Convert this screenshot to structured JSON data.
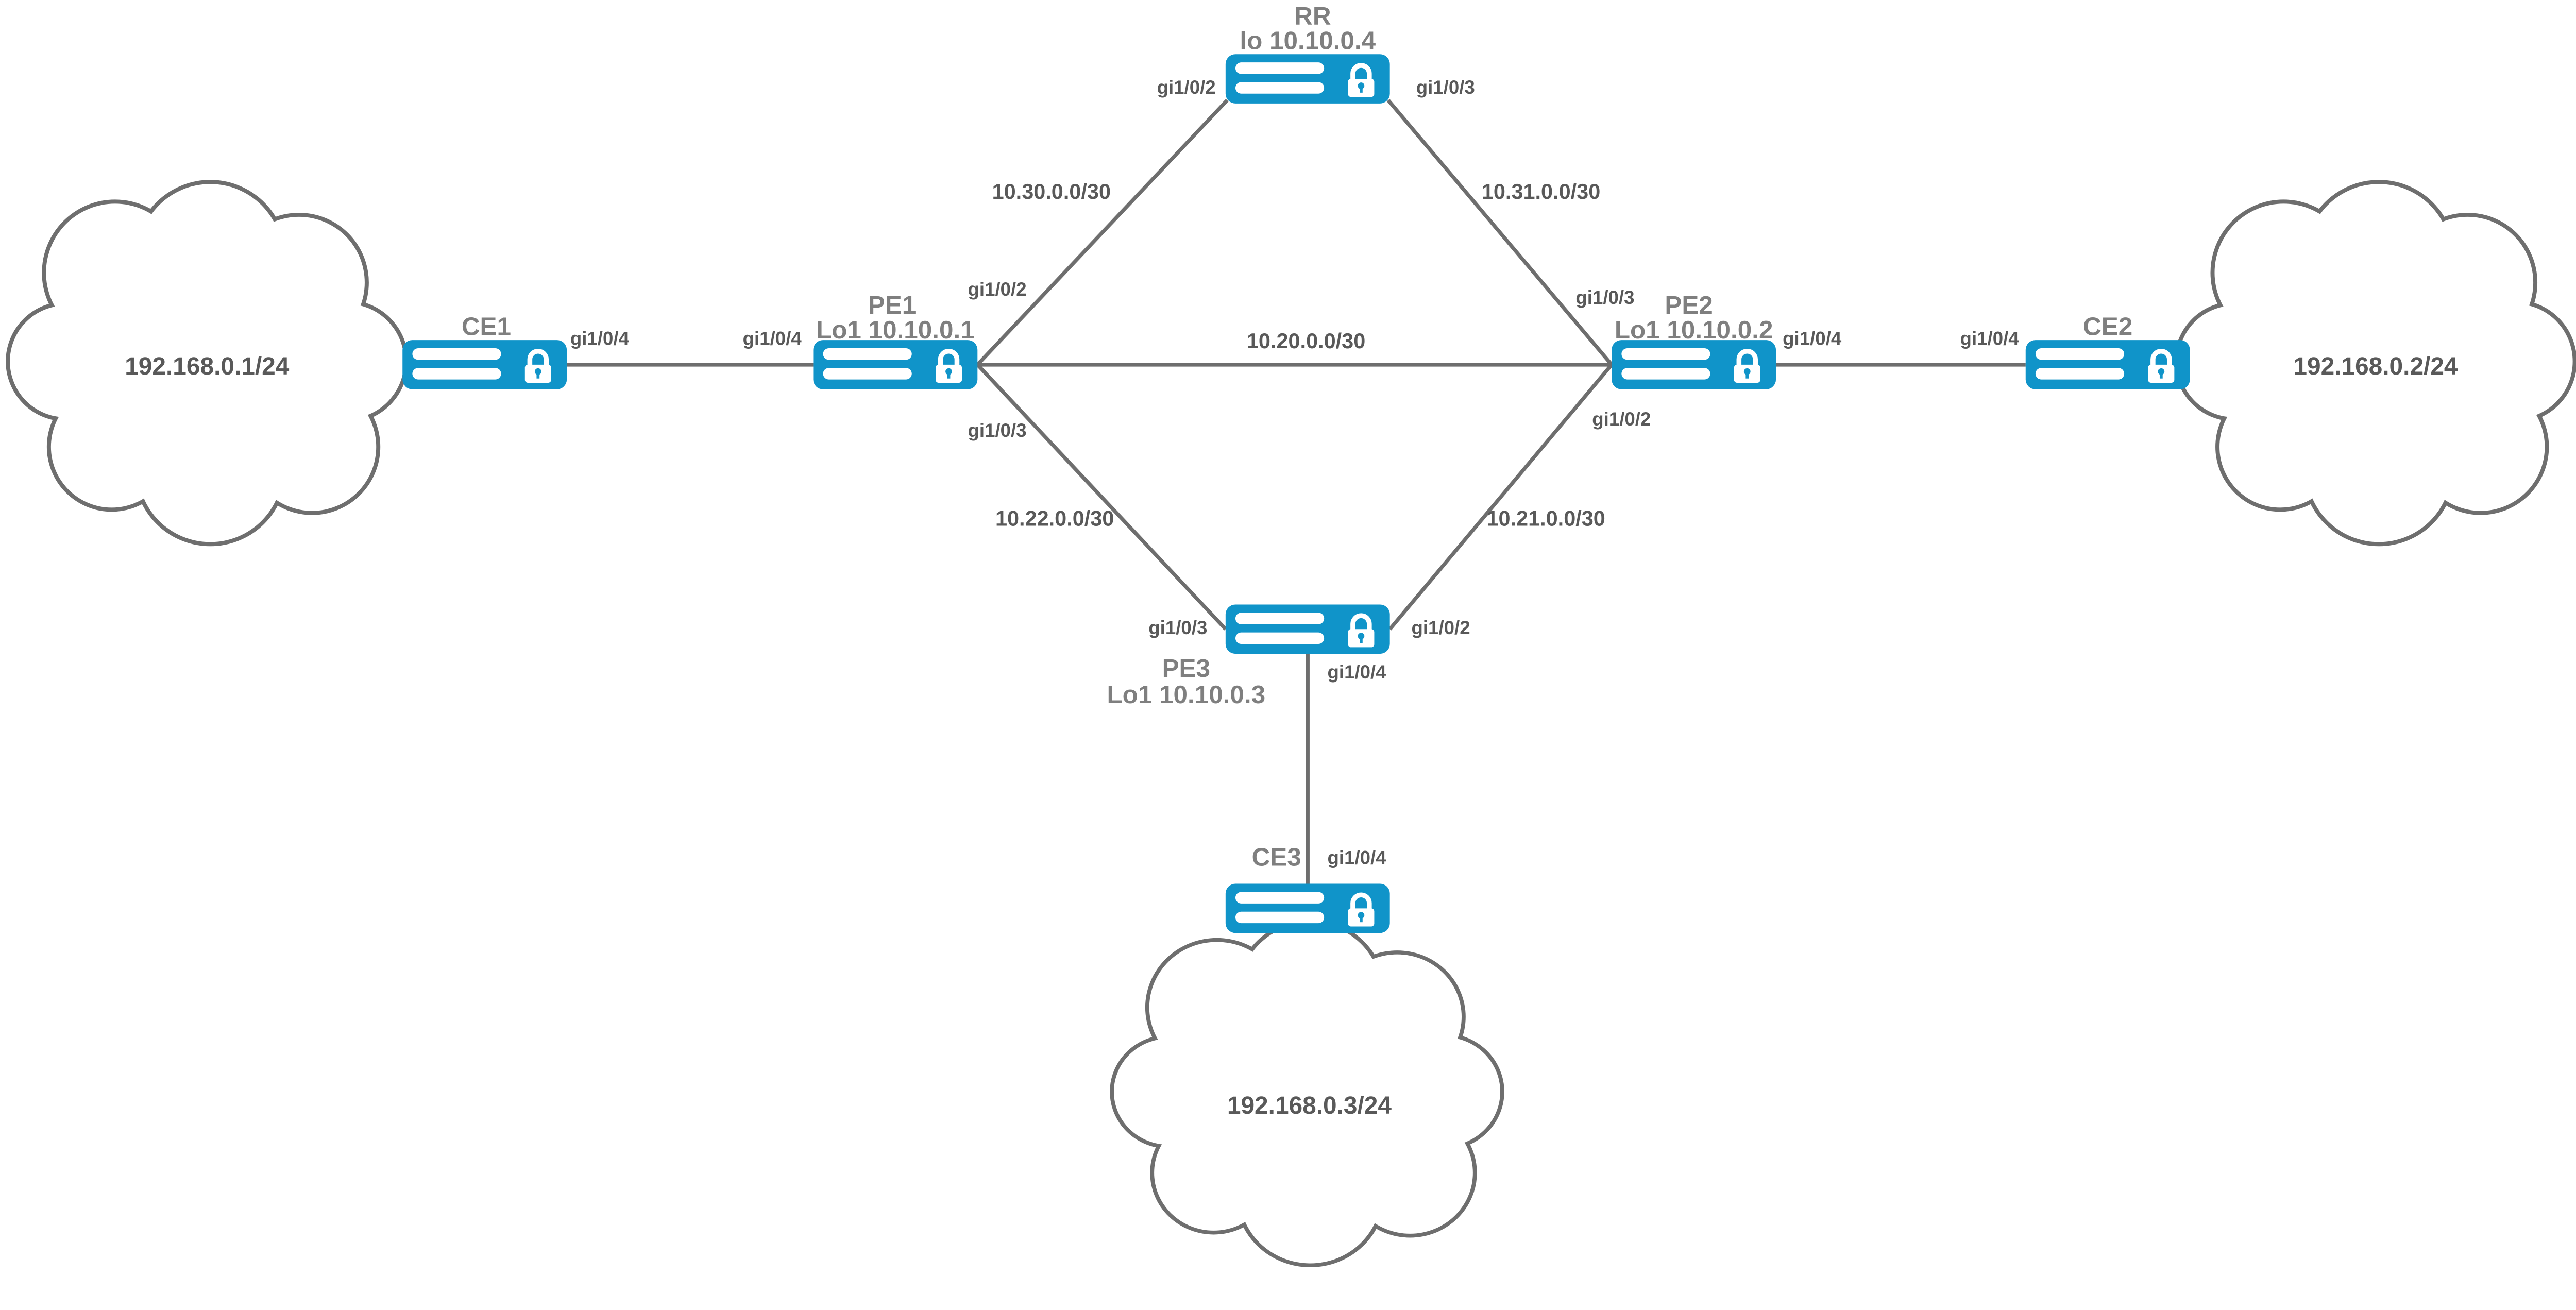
{
  "colors": {
    "router_fill": "#1094c9",
    "line_gray": "#6e6e6e",
    "node_title_gray": "#7f7f7f",
    "label_gray": "#595959",
    "cloud_outline_gray": "#6e6e6e",
    "background": "#ffffff"
  },
  "nodes": {
    "ce1": {
      "title": "CE1"
    },
    "pe1": {
      "title": "PE1",
      "loopback": "Lo1 10.10.0.1"
    },
    "rr": {
      "title": "RR",
      "loopback": "lo 10.10.0.4"
    },
    "pe2": {
      "title": "PE2",
      "loopback": "Lo1 10.10.0.2"
    },
    "ce2": {
      "title": "CE2"
    },
    "pe3": {
      "title": "PE3",
      "loopback": "Lo1 10.10.0.3"
    },
    "ce3": {
      "title": "CE3"
    }
  },
  "clouds": {
    "left": {
      "label": "192.168.0.1/24"
    },
    "right": {
      "label": "192.168.0.2/24"
    },
    "bottom": {
      "label": "192.168.0.3/24"
    }
  },
  "interfaces": {
    "ce1_gi104": "gi1/0/4",
    "pe1_gi104": "gi1/0/4",
    "pe1_gi102": "gi1/0/2",
    "pe1_gi103": "gi1/0/3",
    "rr_gi102": "gi1/0/2",
    "rr_gi103": "gi1/0/3",
    "pe2_gi103": "gi1/0/3",
    "pe2_gi102": "gi1/0/2",
    "pe2_gi104": "gi1/0/4",
    "ce2_gi104": "gi1/0/4",
    "pe3_gi103": "gi1/0/3",
    "pe3_gi102": "gi1/0/2",
    "pe3_gi104": "gi1/0/4",
    "ce3_gi104": "gi1/0/4"
  },
  "subnets": {
    "pe1_rr": "10.30.0.0/30",
    "rr_pe2": "10.31.0.0/30",
    "pe1_pe2": "10.20.0.0/30",
    "pe1_pe3": "10.22.0.0/30",
    "pe2_pe3": "10.21.0.0/30"
  },
  "links": [
    {
      "from": "cloud-left",
      "to": "CE1"
    },
    {
      "from": "CE1",
      "to": "PE1",
      "a_if": "gi1/0/4",
      "b_if": "gi1/0/4"
    },
    {
      "from": "PE1",
      "to": "RR",
      "a_if": "gi1/0/2",
      "b_if": "gi1/0/2",
      "subnet": "10.30.0.0/30"
    },
    {
      "from": "RR",
      "to": "PE2",
      "a_if": "gi1/0/3",
      "b_if": "gi1/0/3",
      "subnet": "10.31.0.0/30"
    },
    {
      "from": "PE1",
      "to": "PE2",
      "subnet": "10.20.0.0/30"
    },
    {
      "from": "PE1",
      "to": "PE3",
      "a_if": "gi1/0/3",
      "b_if": "gi1/0/3",
      "subnet": "10.22.0.0/30"
    },
    {
      "from": "PE2",
      "to": "PE3",
      "a_if": "gi1/0/2",
      "b_if": "gi1/0/2",
      "subnet": "10.21.0.0/30"
    },
    {
      "from": "PE2",
      "to": "CE2",
      "a_if": "gi1/0/4",
      "b_if": "gi1/0/4"
    },
    {
      "from": "PE3",
      "to": "CE3",
      "a_if": "gi1/0/4",
      "b_if": "gi1/0/4"
    },
    {
      "from": "CE2",
      "to": "cloud-right"
    },
    {
      "from": "CE3",
      "to": "cloud-bottom"
    }
  ]
}
